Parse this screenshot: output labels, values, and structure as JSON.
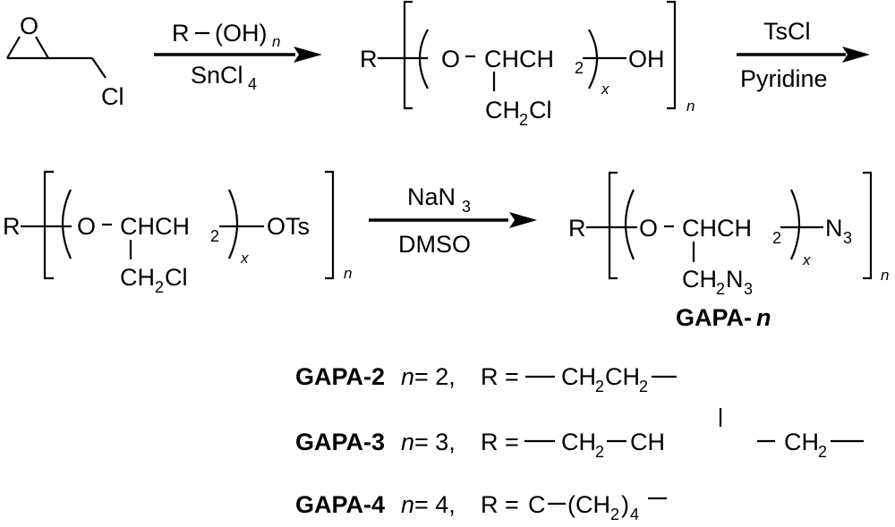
{
  "scheme": {
    "step1": {
      "reactant": {
        "ring_atom": "O",
        "substituent": "Cl"
      },
      "reagent_top": {
        "group": "R",
        "bond": "—",
        "fg": "(OH)",
        "sub": "n"
      },
      "reagent_bottom": {
        "main": "SnCl",
        "sub": "4"
      }
    },
    "intermediate1": {
      "r": "R",
      "o": "O",
      "chain": "CHCH",
      "chain_sub": "2",
      "end": "OH",
      "branch": "CH",
      "branch_sub": "2",
      "branch_end": "Cl",
      "repeat_x": "x",
      "repeat_n": "n"
    },
    "step2": {
      "reagent_top": "TsCl",
      "reagent_bottom": "Pyridine"
    },
    "intermediate2": {
      "r": "R",
      "o": "O",
      "chain": "CHCH",
      "chain_sub": "2",
      "end": "OTs",
      "branch": "CH",
      "branch_sub": "2",
      "branch_end": "Cl",
      "repeat_x": "x",
      "repeat_n": "n"
    },
    "step3": {
      "reagent_top": {
        "main": "NaN",
        "sub": "3"
      },
      "reagent_bottom": "DMSO"
    },
    "product": {
      "r": "R",
      "o": "O",
      "chain": "CHCH",
      "chain_sub": "2",
      "end": "N",
      "end_sub": "3",
      "branch": "CH",
      "branch_sub": "2",
      "branch_end": "N",
      "branch_end_sub": "3",
      "repeat_x": "x",
      "repeat_n": "n",
      "label_main": "GAPA-",
      "label_var": "n"
    }
  },
  "variants": [
    {
      "name": "GAPA-2",
      "n_var": "n",
      "n_eq": " = 2,",
      "r_eq": "R ="
    },
    {
      "name": "GAPA-3",
      "n_var": "n",
      "n_eq": " = 3,",
      "r_eq": "R ="
    },
    {
      "name": "GAPA-4",
      "n_var": "n",
      "n_eq": " = 4,",
      "r_eq": "R ="
    }
  ],
  "r_groups": {
    "gapa2": {
      "a": "CH",
      "a_sub": "2",
      "b": "CH",
      "b_sub": "2"
    },
    "gapa3": {
      "a": "CH",
      "a_sub": "2",
      "b": "CH",
      "c": "CH",
      "c_sub": "2"
    },
    "gapa4": {
      "a": "C",
      "b": "(CH",
      "b_sub": "2",
      "b_close": ")",
      "b_close_sub": "4"
    }
  }
}
